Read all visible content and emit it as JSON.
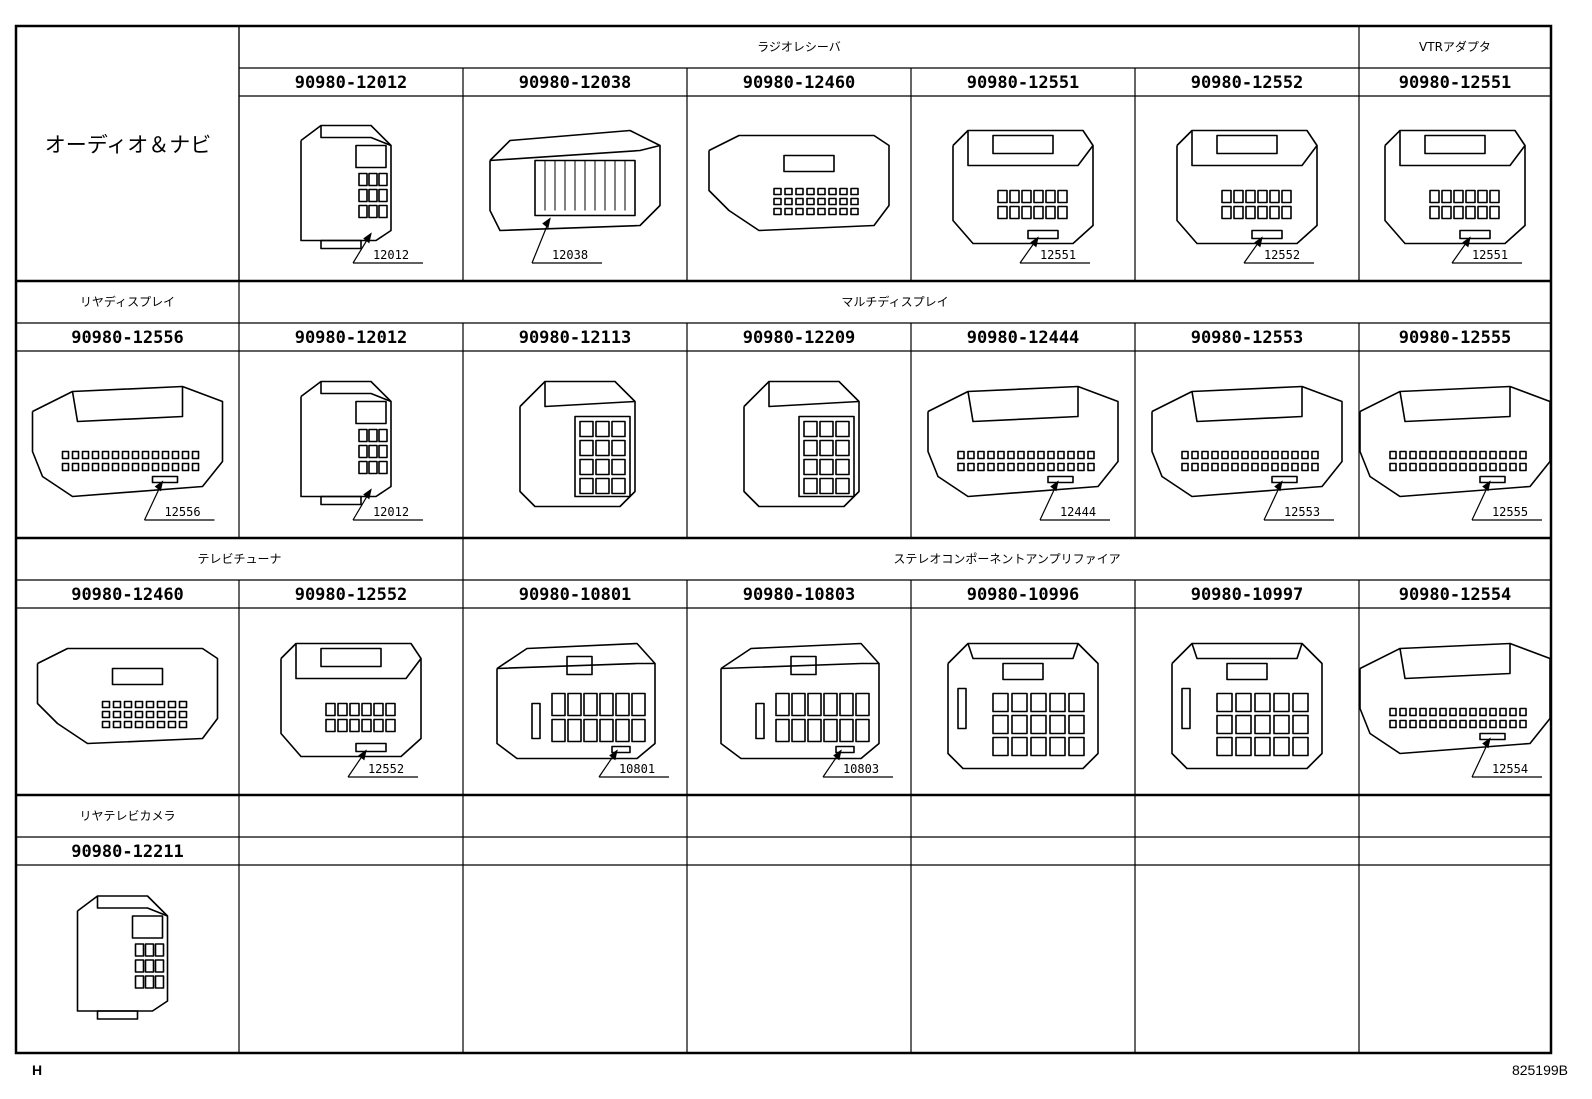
{
  "diagram": {
    "category_title": "オーディオ＆ナビ",
    "footer_left": "H",
    "footer_right": "825199B",
    "bands": [
      {
        "groups": [
          {
            "label": "",
            "span": 1
          },
          {
            "label": "ラジオレシーバ",
            "span": 5
          },
          {
            "label": "VTRアダプタ",
            "span": 1
          }
        ],
        "cells": [
          {
            "part": "",
            "callout": "",
            "shape": "none"
          },
          {
            "part": "90980-12012",
            "callout": "12012",
            "shape": "small-tall"
          },
          {
            "part": "90980-12038",
            "callout": "12038",
            "shape": "wide-ribbed"
          },
          {
            "part": "90980-12460",
            "callout": "",
            "shape": "wide-pins"
          },
          {
            "part": "90980-12551",
            "callout": "12551",
            "shape": "latch-box"
          },
          {
            "part": "90980-12552",
            "callout": "12552",
            "shape": "latch-box"
          },
          {
            "part": "90980-12551",
            "callout": "12551",
            "shape": "latch-box"
          }
        ]
      },
      {
        "groups": [
          {
            "label": "リヤディスプレイ",
            "span": 1
          },
          {
            "label": "マルチディスプレイ",
            "span": 6
          }
        ],
        "cells": [
          {
            "part": "90980-12556",
            "callout": "12556",
            "shape": "long-latch"
          },
          {
            "part": "90980-12012",
            "callout": "12012",
            "shape": "small-tall"
          },
          {
            "part": "90980-12113",
            "callout": "",
            "shape": "cube-grid"
          },
          {
            "part": "90980-12209",
            "callout": "",
            "shape": "cube-grid"
          },
          {
            "part": "90980-12444",
            "callout": "12444",
            "shape": "long-latch"
          },
          {
            "part": "90980-12553",
            "callout": "12553",
            "shape": "long-latch"
          },
          {
            "part": "90980-12555",
            "callout": "12555",
            "shape": "long-latch"
          }
        ]
      },
      {
        "groups": [
          {
            "label": "テレビチューナ",
            "span": 2
          },
          {
            "label": "ステレオコンポーネントアンプリファイア",
            "span": 5
          }
        ],
        "cells": [
          {
            "part": "90980-12460",
            "callout": "",
            "shape": "wide-pins"
          },
          {
            "part": "90980-12552",
            "callout": "12552",
            "shape": "latch-box"
          },
          {
            "part": "90980-10801",
            "callout": "10801",
            "shape": "block-grid"
          },
          {
            "part": "90980-10803",
            "callout": "10803",
            "shape": "block-grid"
          },
          {
            "part": "90980-10996",
            "callout": "",
            "shape": "square-grid"
          },
          {
            "part": "90980-10997",
            "callout": "",
            "shape": "square-grid"
          },
          {
            "part": "90980-12554",
            "callout": "12554",
            "shape": "long-latch"
          }
        ]
      },
      {
        "groups": [
          {
            "label": "リヤテレビカメラ",
            "span": 1
          },
          {
            "label": "",
            "span": 1
          },
          {
            "label": "",
            "span": 1
          },
          {
            "label": "",
            "span": 1
          },
          {
            "label": "",
            "span": 1
          },
          {
            "label": "",
            "span": 1
          },
          {
            "label": "",
            "span": 1
          }
        ],
        "cells": [
          {
            "part": "90980-12211",
            "callout": "",
            "shape": "small-tall"
          },
          {
            "part": "",
            "callout": "",
            "shape": "none"
          },
          {
            "part": "",
            "callout": "",
            "shape": "none"
          },
          {
            "part": "",
            "callout": "",
            "shape": "none"
          },
          {
            "part": "",
            "callout": "",
            "shape": "none"
          },
          {
            "part": "",
            "callout": "",
            "shape": "none"
          },
          {
            "part": "",
            "callout": "",
            "shape": "none"
          }
        ]
      }
    ]
  }
}
